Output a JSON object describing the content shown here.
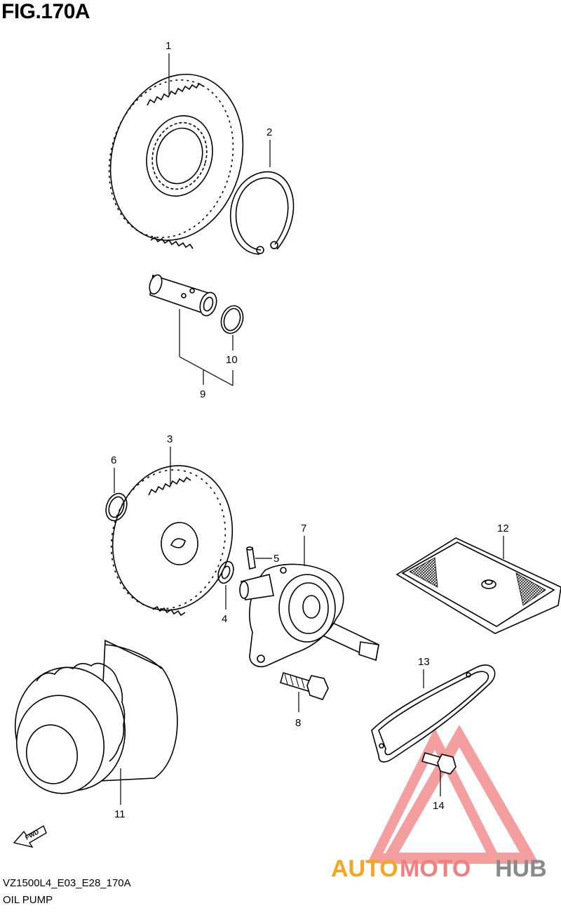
{
  "header": {
    "figure_title": "FIG.170A"
  },
  "footer": {
    "diagram_code": "VZ1500L4_E03_E28_170A",
    "diagram_name": "OIL PUMP"
  },
  "fwd_label": "FWD",
  "watermark": {
    "part_auto": "AUTO",
    "part_moto": "MOTO",
    "part_hub": "HUB",
    "colors": {
      "auto": "#F5A623",
      "moto": "#F08080",
      "hub": "#8A8A8A",
      "triangle": "#F08080"
    }
  },
  "callouts": [
    {
      "id": "1",
      "label": "1"
    },
    {
      "id": "2",
      "label": "2"
    },
    {
      "id": "3",
      "label": "3"
    },
    {
      "id": "4",
      "label": "4"
    },
    {
      "id": "5",
      "label": "5"
    },
    {
      "id": "6",
      "label": "6"
    },
    {
      "id": "7",
      "label": "7"
    },
    {
      "id": "8",
      "label": "8"
    },
    {
      "id": "9",
      "label": "9"
    },
    {
      "id": "10",
      "label": "10"
    },
    {
      "id": "11",
      "label": "11"
    },
    {
      "id": "12",
      "label": "12"
    },
    {
      "id": "13",
      "label": "13"
    },
    {
      "id": "14",
      "label": "14"
    }
  ]
}
